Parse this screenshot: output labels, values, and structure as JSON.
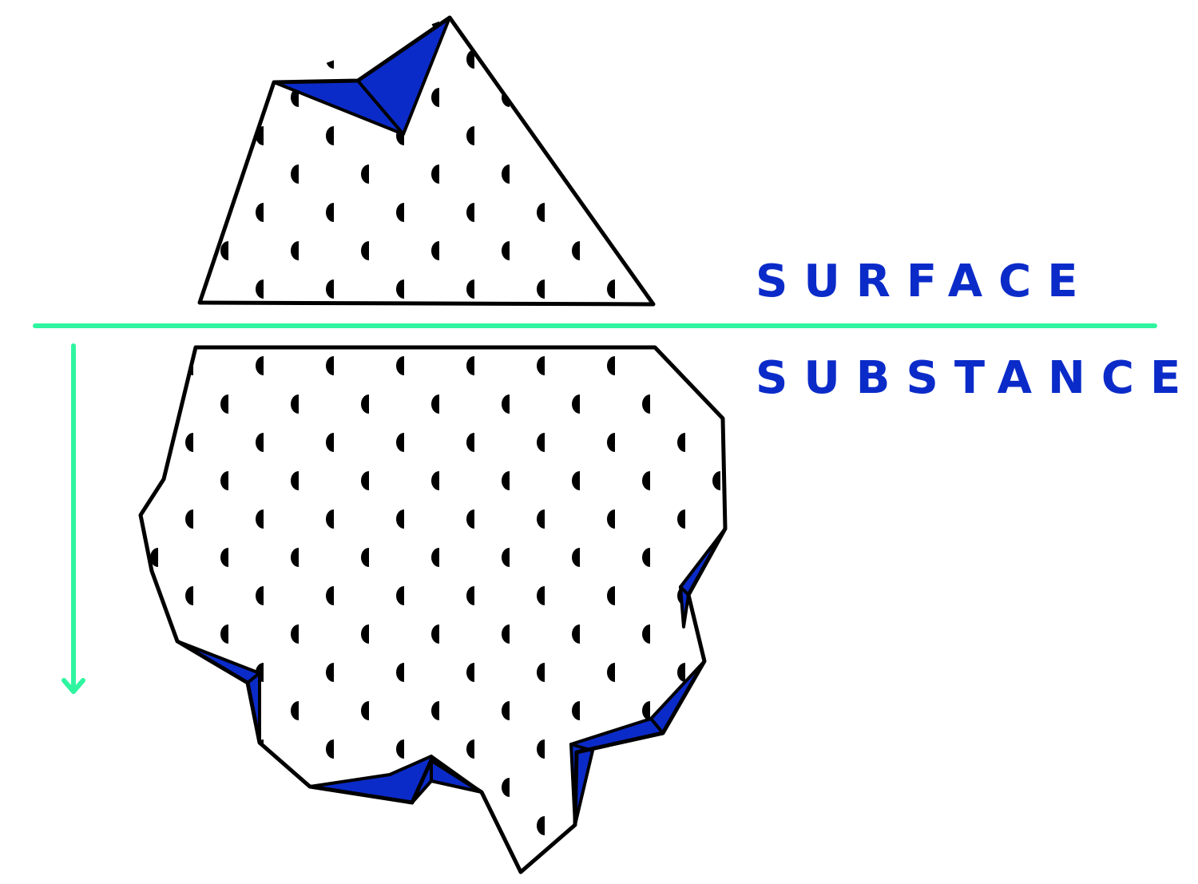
{
  "labels": {
    "surface": "SURFACE",
    "substance": "SUBSTANCE"
  },
  "colors": {
    "text": "#0b2bc9",
    "waterline": "#2ff5a0",
    "facet": "#0b2bc9",
    "outline": "#000000",
    "dots": "#000000",
    "background": "#ffffff"
  },
  "icons": {
    "depth_arrow": "arrow-down-icon",
    "dot_pattern": "half-circle-dot-pattern"
  }
}
